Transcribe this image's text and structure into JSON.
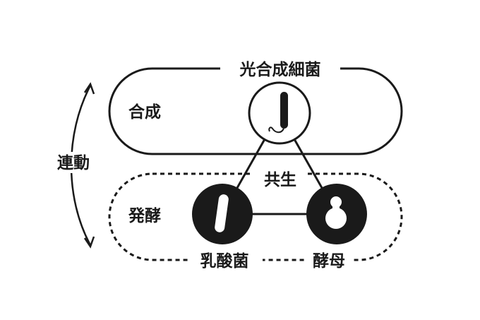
{
  "diagram": {
    "title": "光合成細菌",
    "labels": {
      "synthesis": "合成",
      "fermentation": "発酵",
      "linkage": "連動",
      "symbiosis": "共生",
      "lactic_acid_bacteria": "乳酸菌",
      "yeast": "酵母"
    },
    "icons": {
      "photosynthetic_bacteria": "rod-bacterium-with-flagellum-icon",
      "lactic_acid_bacteria": "rod-bacterium-icon",
      "yeast": "budding-yeast-icon"
    },
    "colors": {
      "ink": "#1a1a1a",
      "background": "#ffffff"
    }
  }
}
